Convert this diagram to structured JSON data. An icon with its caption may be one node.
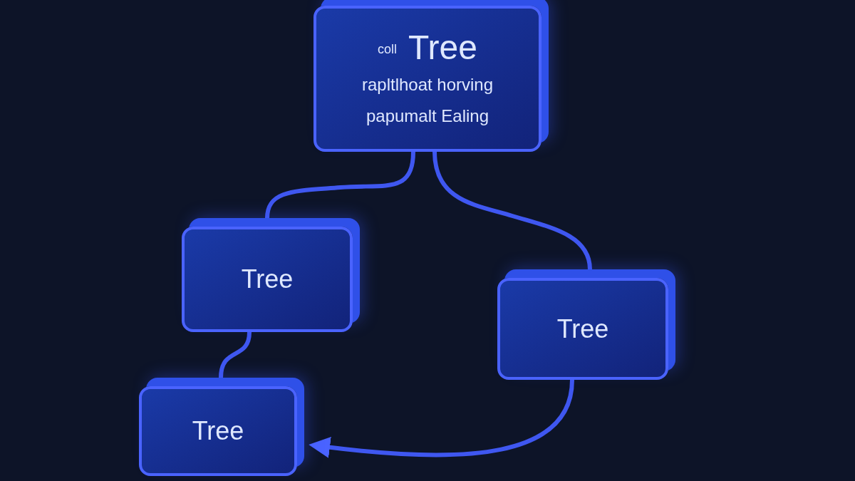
{
  "diagram": {
    "nodes": [
      {
        "text": [
          "coll",
          "Tree",
          "rapltlhoat horving",
          "papumalt Ealing"
        ]
      },
      {
        "text": [
          "Tree"
        ]
      },
      {
        "text": [
          "Tree"
        ]
      },
      {
        "text": [
          "Tree"
        ]
      }
    ],
    "edges": [
      {
        "from": 0,
        "to": 1,
        "arrow": "none"
      },
      {
        "from": 0,
        "to": 2,
        "arrow": "none"
      },
      {
        "from": 1,
        "to": 3,
        "arrow": "none"
      },
      {
        "from": 2,
        "to": 3,
        "arrow": "to"
      }
    ]
  }
}
